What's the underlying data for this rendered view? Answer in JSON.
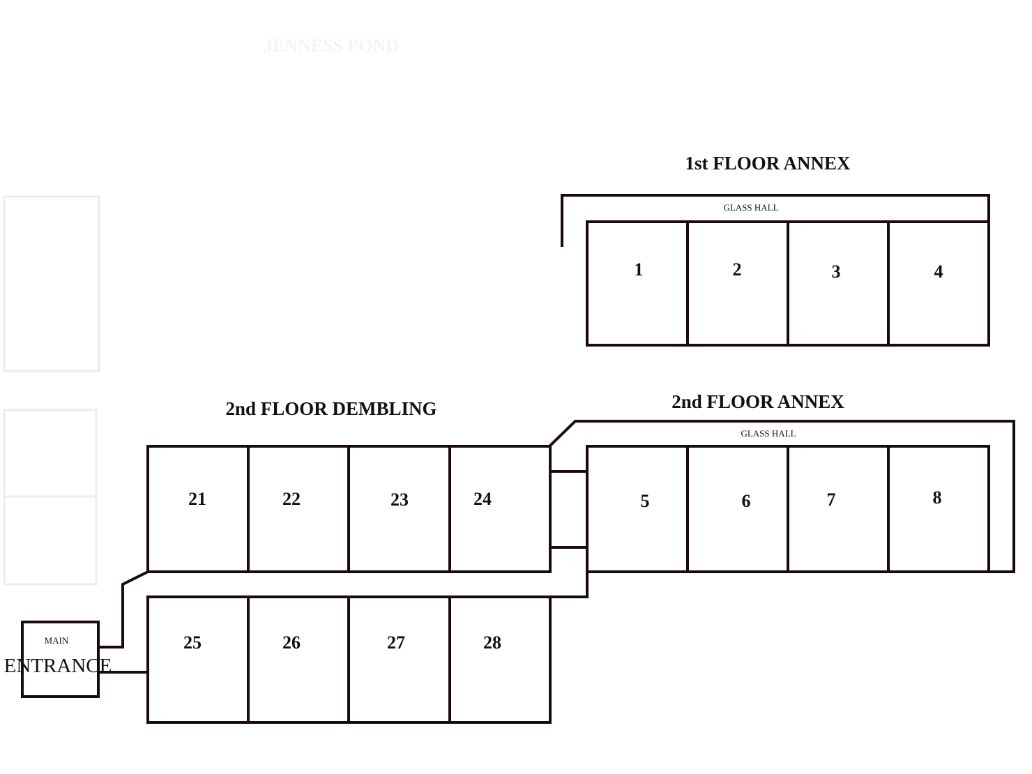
{
  "title_faded": "JENNESS POND",
  "sections": {
    "first_floor_annex": "1st FLOOR ANNEX",
    "second_floor_annex": "2nd FLOOR ANNEX",
    "second_floor_dembling": "2nd FLOOR DEMBLING"
  },
  "halls": {
    "glass_hall_upper": "GLASS HALL",
    "glass_hall_lower": "GLASS HALL"
  },
  "entrance": {
    "line1": "MAIN",
    "line2": "ENTRANCE"
  },
  "rooms": {
    "r1": "1",
    "r2": "2",
    "r3": "3",
    "r4": "4",
    "r5": "5",
    "r6": "6",
    "r7": "7",
    "r8": "8",
    "r21": "21",
    "r22": "22",
    "r23": "23",
    "r24": "24",
    "r25": "25",
    "r26": "26",
    "r27": "27",
    "r28": "28"
  },
  "colors": {
    "wall": "#1a0a0a",
    "background": "#ffffff"
  }
}
